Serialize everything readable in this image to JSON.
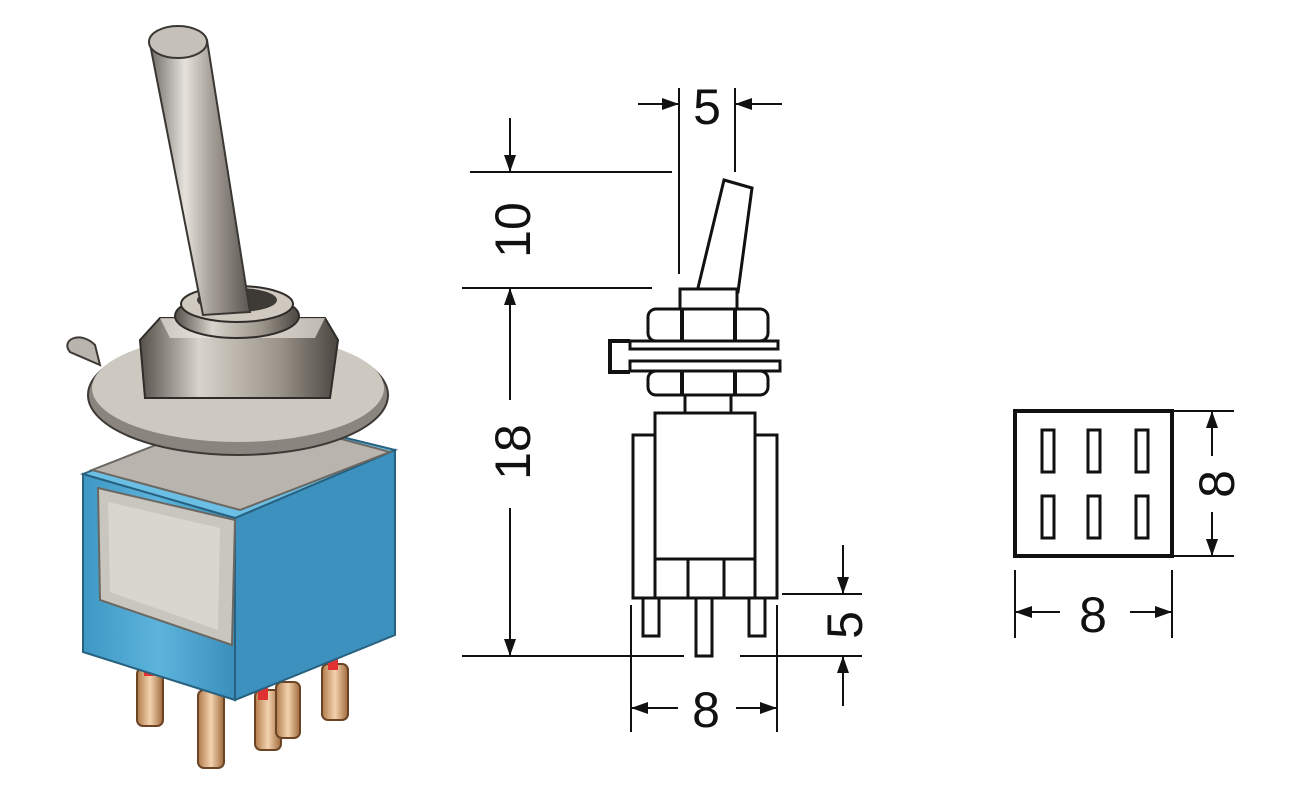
{
  "dimensions": {
    "lever_width": "5",
    "lever_height": "10",
    "body_height": "18",
    "pin_length": "5",
    "side_width": "8",
    "footprint_width": "8",
    "footprint_height": "8"
  }
}
